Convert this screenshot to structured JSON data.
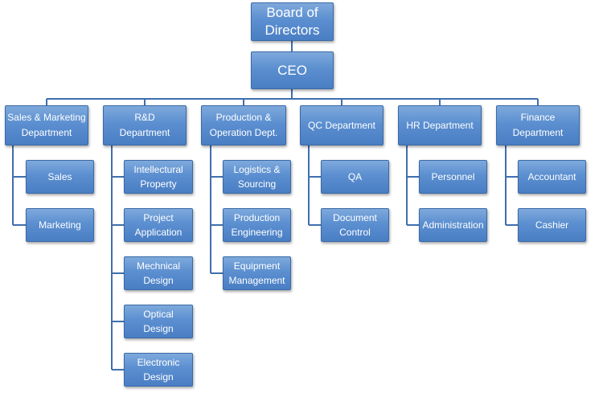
{
  "board": "Board of\nDirectors",
  "ceo": "CEO",
  "departments": [
    {
      "label": "Sales & Marketing\nDepartment",
      "children": [
        "Sales",
        "Marketing"
      ]
    },
    {
      "label": "R&D\nDepartment",
      "children": [
        "Intellectural\nProperty",
        "Project\nApplication",
        "Mechnical\nDesign",
        "Optical\nDesign",
        "Electronic\nDesign"
      ]
    },
    {
      "label": "Production &\nOperation Dept.",
      "children": [
        "Logistics &\nSourcing",
        "Production\nEngineering",
        "Equipment\nManagement"
      ]
    },
    {
      "label": "QC Department",
      "children": [
        "QA",
        "Document\nControl"
      ]
    },
    {
      "label": "HR Department",
      "children": [
        "Personnel",
        "Administration"
      ]
    },
    {
      "label": "Finance\nDepartment",
      "children": [
        "Accountant",
        "Cashier"
      ]
    }
  ],
  "colors": {
    "box_fill": "#5b8fd0",
    "box_border": "#3b6aa6",
    "connector": "#3f6fae",
    "text": "#ffffff"
  }
}
